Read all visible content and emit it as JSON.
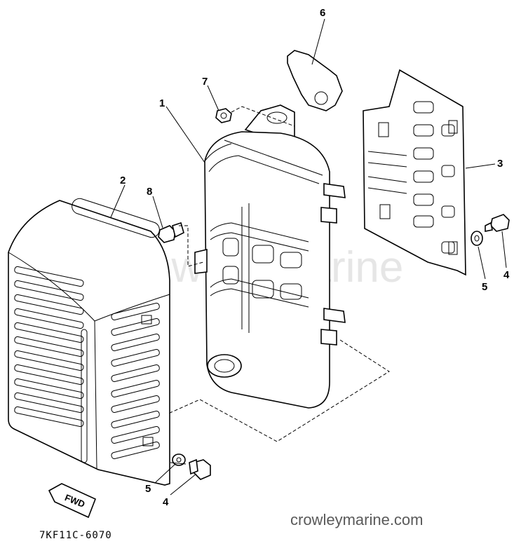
{
  "diagram": {
    "callouts": {
      "c1": "1",
      "c2": "2",
      "c3": "3",
      "c4a": "4",
      "c4b": "4",
      "c5a": "5",
      "c5b": "5",
      "c6": "6",
      "c7": "7",
      "c8": "8"
    },
    "fwd_label": "FWD",
    "drawing_code": "7KF11C-6070",
    "watermark": "Crowley Marine",
    "site_url": "crowleymarine.com"
  }
}
